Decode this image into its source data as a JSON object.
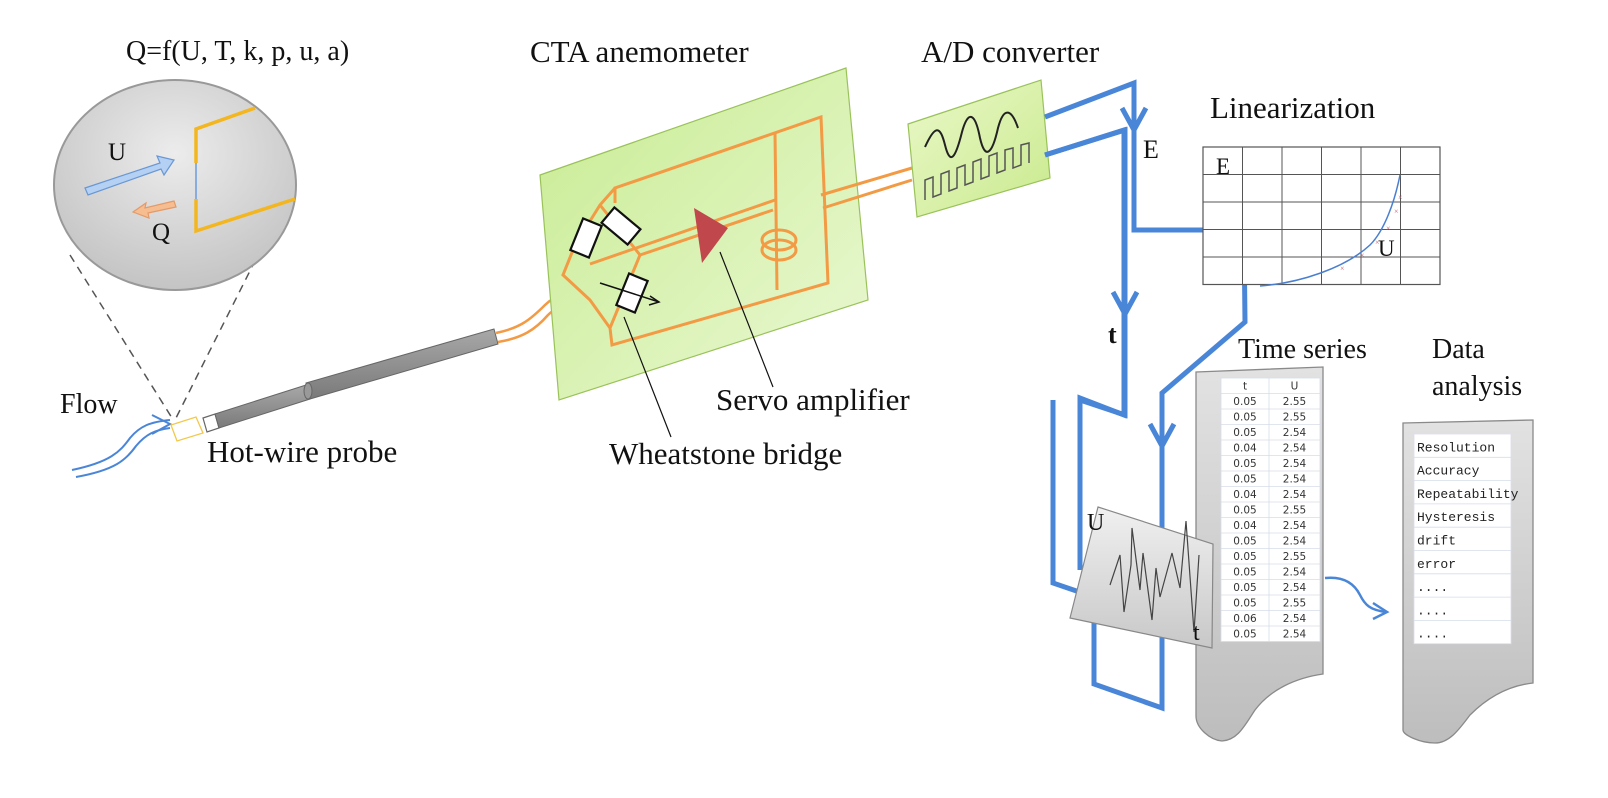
{
  "labels": {
    "formula": "Q=f(U, T, k, p, u, a)",
    "cta_anemometer": "CTA anemometer",
    "ad_converter": "A/D converter",
    "linearization": "Linearization",
    "flow": "Flow",
    "hot_wire_probe": "Hot-wire probe",
    "servo_amplifier": "Servo amplifier",
    "wheatstone_bridge": "Wheatstone bridge",
    "time_series": "Time series",
    "data_analysis_line1": "Data",
    "data_analysis_line2": "analysis",
    "signal_E": "E",
    "signal_t": "t"
  },
  "zoom_inset": {
    "velocity_label": "U",
    "heat_label": "Q"
  },
  "linearization_plot": {
    "y_label": "E",
    "x_label": "U"
  },
  "time_signal_plot": {
    "y_label": "U",
    "x_label": "t"
  },
  "time_series_table": {
    "columns": [
      "t",
      "U"
    ],
    "rows": [
      [
        "0.05",
        "2.55"
      ],
      [
        "0.05",
        "2.55"
      ],
      [
        "0.05",
        "2.54"
      ],
      [
        "0.04",
        "2.54"
      ],
      [
        "0.05",
        "2.54"
      ],
      [
        "0.05",
        "2.54"
      ],
      [
        "0.04",
        "2.54"
      ],
      [
        "0.05",
        "2.55"
      ],
      [
        "0.04",
        "2.54"
      ],
      [
        "0.05",
        "2.54"
      ],
      [
        "0.05",
        "2.55"
      ],
      [
        "0.05",
        "2.54"
      ],
      [
        "0.05",
        "2.54"
      ],
      [
        "0.05",
        "2.55"
      ],
      [
        "0.06",
        "2.54"
      ],
      [
        "0.05",
        "2.54"
      ]
    ]
  },
  "data_analysis_list": {
    "items": [
      "Resolution",
      "Accuracy",
      "Repeatability",
      "Hysteresis",
      "drift",
      "error",
      "....",
      "....",
      "...."
    ]
  },
  "colors": {
    "signal_blue": "#4a86d8",
    "circuit_orange": "#f39a45",
    "board_green": "#d9f3a8",
    "amplifier_red": "#c0474c",
    "probe_gray": "#8f8f8f",
    "wire_yellow": "#f3b61f"
  }
}
